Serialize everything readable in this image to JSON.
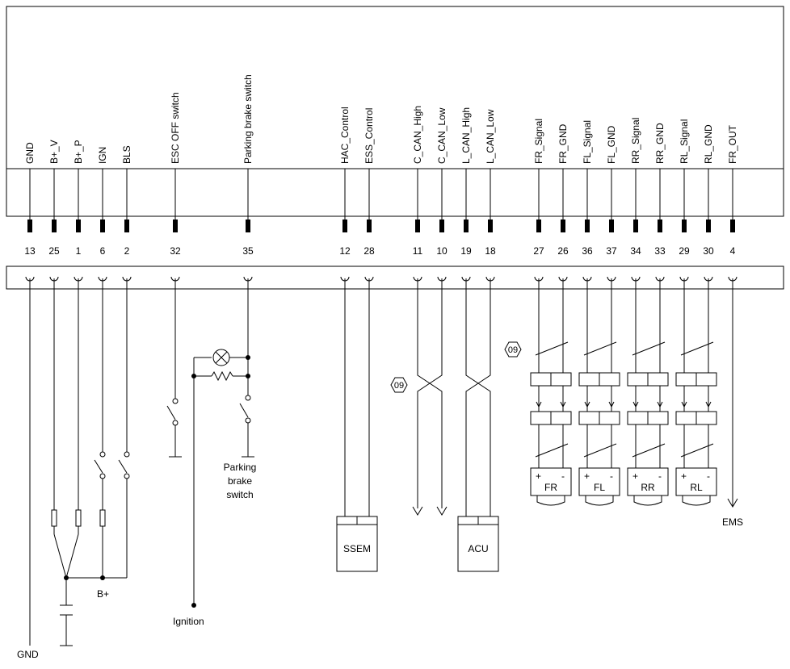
{
  "pins": [
    {
      "signal": "GND",
      "pin": "13"
    },
    {
      "signal": "B+_V",
      "pin": "25"
    },
    {
      "signal": "B+_P",
      "pin": "1"
    },
    {
      "signal": "IGN",
      "pin": "6"
    },
    {
      "signal": "BLS",
      "pin": "2"
    },
    {
      "signal": "ESC OFF switch",
      "pin": "32"
    },
    {
      "signal": "Parking brake switch",
      "pin": "35"
    },
    {
      "signal": "HAC_Control",
      "pin": "12"
    },
    {
      "signal": "ESS_Control",
      "pin": "28"
    },
    {
      "signal": "C_CAN_High",
      "pin": "11"
    },
    {
      "signal": "C_CAN_Low",
      "pin": "10"
    },
    {
      "signal": "L_CAN_High",
      "pin": "19"
    },
    {
      "signal": "L_CAN_Low",
      "pin": "18"
    },
    {
      "signal": "FR_Signal",
      "pin": "27"
    },
    {
      "signal": "FR_GND",
      "pin": "26"
    },
    {
      "signal": "FL_Signal",
      "pin": "36"
    },
    {
      "signal": "FL_GND",
      "pin": "37"
    },
    {
      "signal": "RR_Signal",
      "pin": "34"
    },
    {
      "signal": "RR_GND",
      "pin": "33"
    },
    {
      "signal": "RL_Signal",
      "pin": "29"
    },
    {
      "signal": "RL_GND",
      "pin": "30"
    },
    {
      "signal": "FR_OUT",
      "pin": "4"
    }
  ],
  "labels": {
    "gnd": "GND",
    "bplus": "B+",
    "ignition": "Ignition",
    "parking_l1": "Parking",
    "parking_l2": "brake",
    "parking_l3": "switch",
    "ssem": "SSEM",
    "acu": "ACU",
    "ems": "EMS",
    "hex_can": "09",
    "hex_sensor": "09"
  },
  "sensors": [
    {
      "name": "FR",
      "plus": "+",
      "minus": "-"
    },
    {
      "name": "FL",
      "plus": "+",
      "minus": "-"
    },
    {
      "name": "RR",
      "plus": "+",
      "minus": "-"
    },
    {
      "name": "RL",
      "plus": "+",
      "minus": "-"
    }
  ]
}
